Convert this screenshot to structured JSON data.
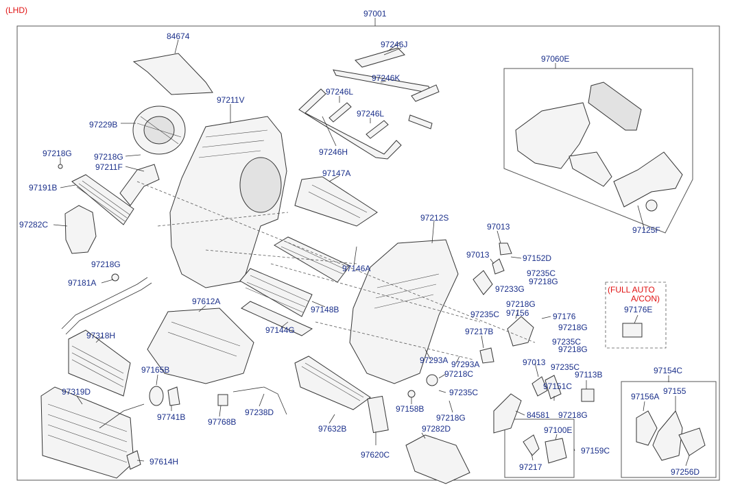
{
  "header": {
    "variant": "(LHD)"
  },
  "options": {
    "full_auto_line1": "(FULL AUTO",
    "full_auto_line2": "A/CON)"
  },
  "labels": {
    "p97001": "97001",
    "p84674": "84674",
    "p97246J": "97246J",
    "p97246K": "97246K",
    "p97246L_a": "97246L",
    "p97246L_b": "97246L",
    "p97246H": "97246H",
    "p97060E": "97060E",
    "p97211V": "97211V",
    "p97229B": "97229B",
    "p97218G_1": "97218G",
    "p97218G_2": "97218G",
    "p97211F": "97211F",
    "p97191B": "97191B",
    "p97147A": "97147A",
    "p97125F": "97125F",
    "p97282C": "97282C",
    "p97212S": "97212S",
    "p97013_1": "97013",
    "p97013_2": "97013",
    "p97152D": "97152D",
    "p97218G_3": "97218G",
    "p97146A": "97146A",
    "p97235C_1": "97235C",
    "p97218G_4": "97218G",
    "p97181A": "97181A",
    "p97233G": "97233G",
    "p97218G_5": "97218G",
    "p97612A": "97612A",
    "p97148B": "97148B",
    "p97235C_2": "97235C",
    "p97156": "97156",
    "p97176": "97176",
    "p97218G_6": "97218G",
    "p97176E": "97176E",
    "p97318H": "97318H",
    "p97144G": "97144G",
    "p97217B": "97217B",
    "p97235C_3": "97235C",
    "p97218G_7": "97218G",
    "p97293A_1": "97293A",
    "p97293A_2": "97293A",
    "p97013_3": "97013",
    "p97235C_4": "97235C",
    "p97165B": "97165B",
    "p97218C": "97218C",
    "p97113B": "97113B",
    "p97154C": "97154C",
    "p97319D": "97319D",
    "p97151C": "97151C",
    "p97156A": "97156A",
    "p97155": "97155",
    "p97235C_5": "97235C",
    "p97741B": "97741B",
    "p97238D": "97238D",
    "p97158B": "97158B",
    "p84581": "84581",
    "p97218G_8": "97218G",
    "p97768B": "97768B",
    "p97218G_9": "97218G",
    "p97632B": "97632B",
    "p97282D": "97282D",
    "p97100E": "97100E",
    "p97159C": "97159C",
    "p97620C": "97620C",
    "p97614H": "97614H",
    "p97217": "97217",
    "p97256D": "97256D"
  },
  "colors": {
    "label": "#1a2f8a",
    "variant": "#e01010",
    "line": "#333333"
  }
}
